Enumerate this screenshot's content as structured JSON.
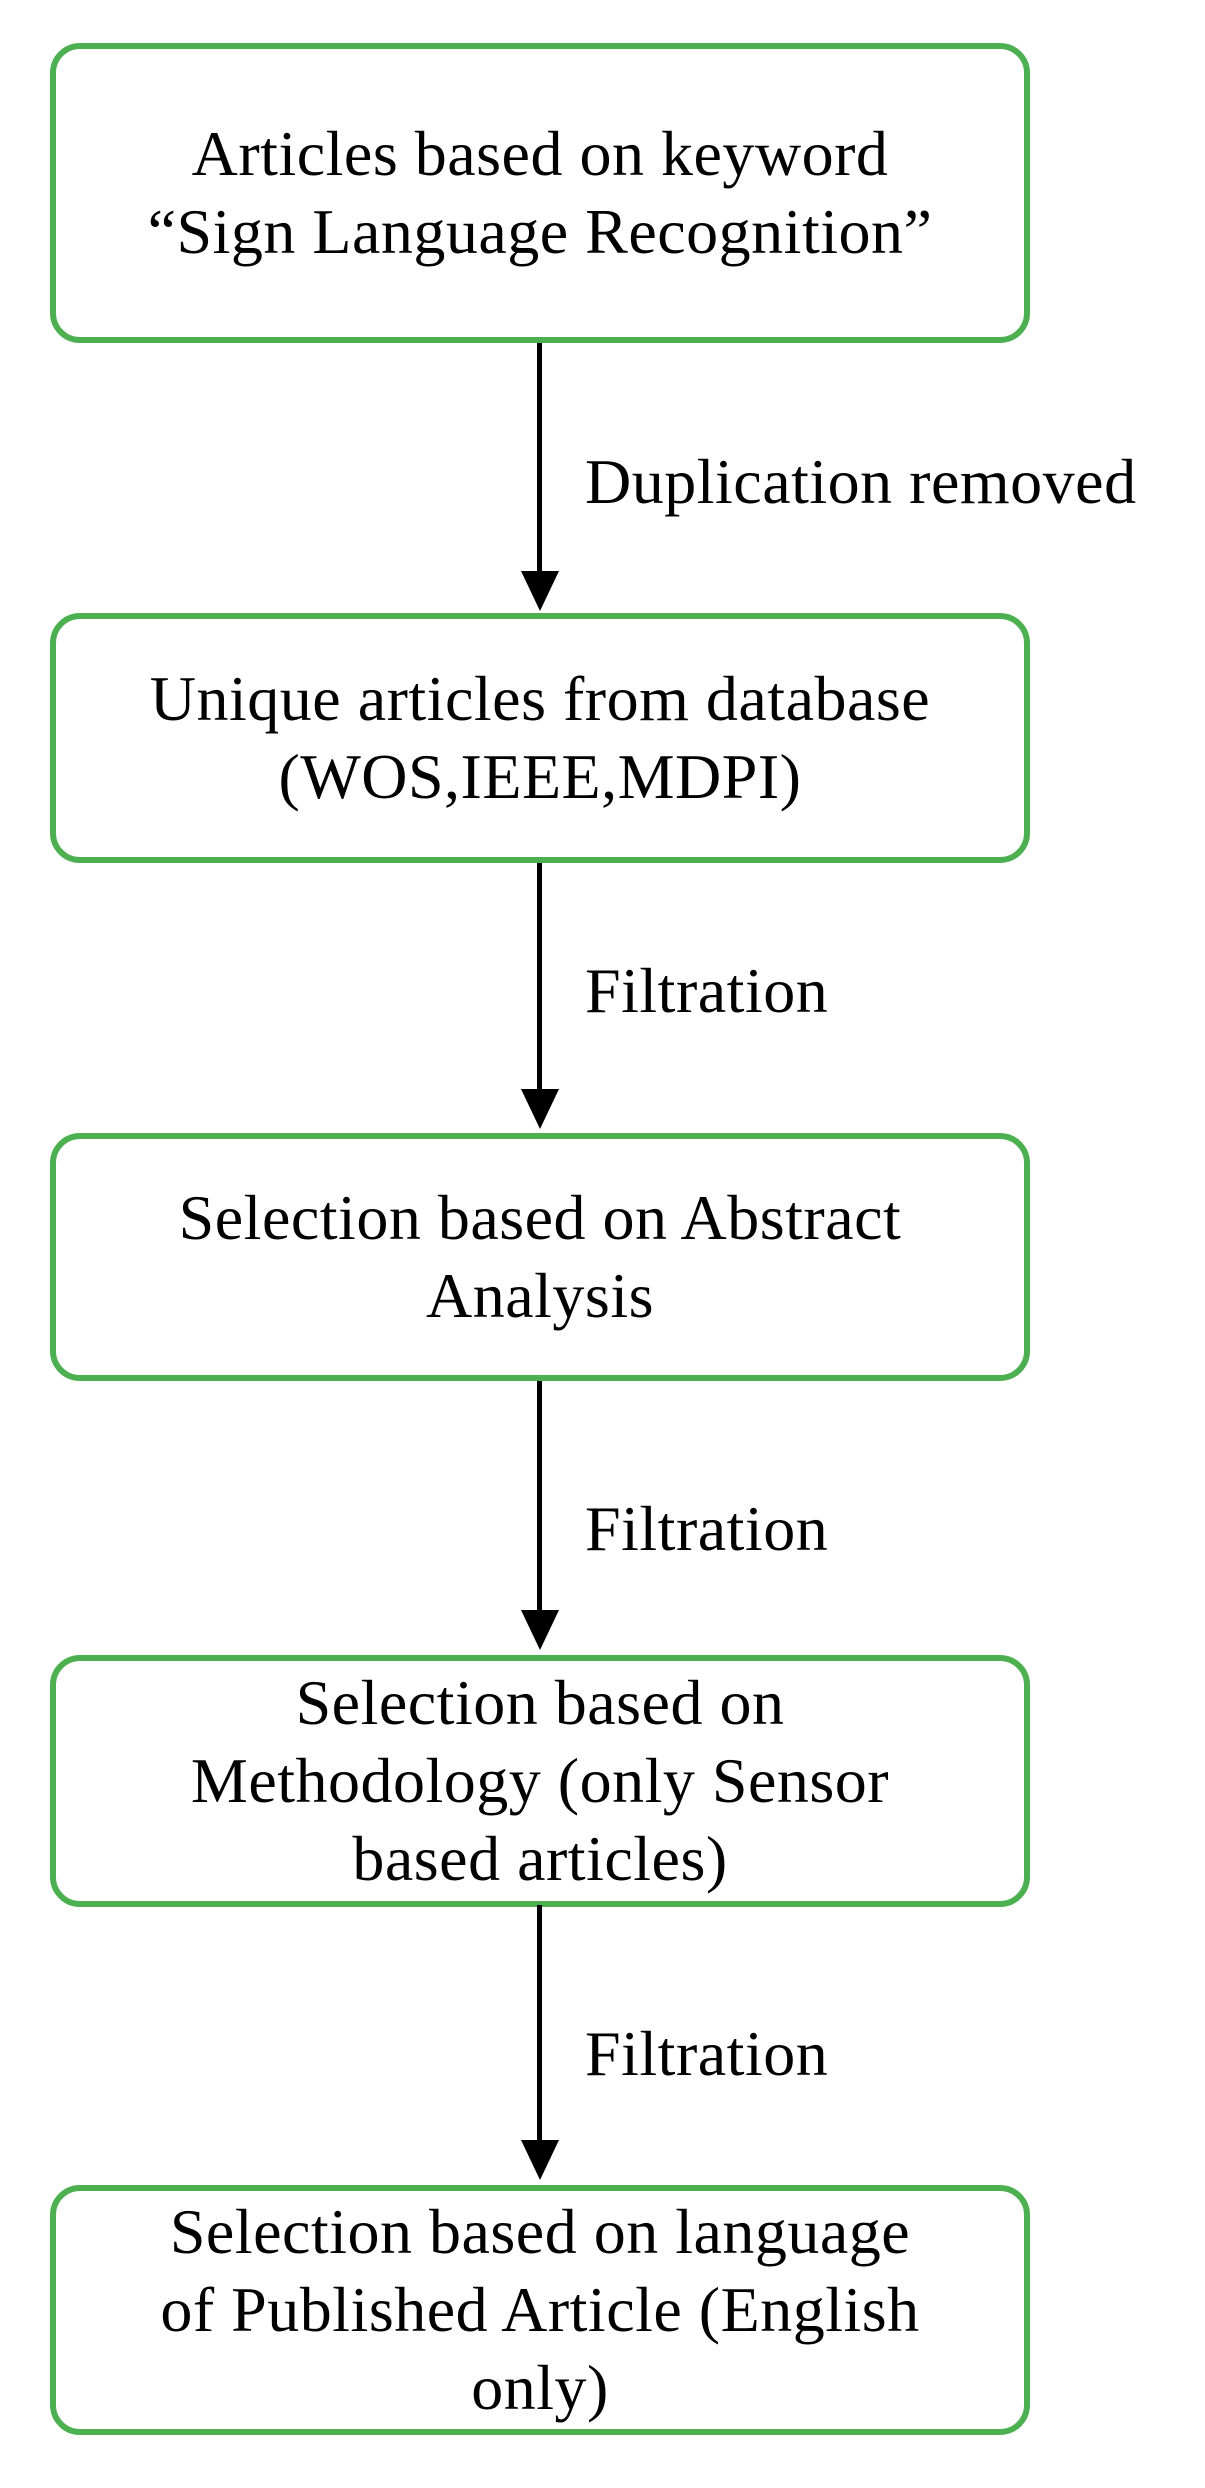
{
  "canvas": {
    "background_color": "#ffffff",
    "node_border_color": "#4caf50",
    "arrow_color": "#000000",
    "text_color": "#000000"
  },
  "flowchart": {
    "nodes": [
      {
        "id": "node-1",
        "lines": [
          "Articles based on keyword",
          "“Sign Language Recognition”"
        ]
      },
      {
        "id": "node-2",
        "lines": [
          "Unique articles from database",
          "(WOS,IEEE,MDPI)"
        ]
      },
      {
        "id": "node-3",
        "lines": [
          "Selection based on Abstract",
          "Analysis"
        ]
      },
      {
        "id": "node-4",
        "lines": [
          "Selection based on",
          "Methodology (only Sensor",
          "based articles)"
        ]
      },
      {
        "id": "node-5",
        "lines": [
          "Selection based on language",
          "of Published Article (English",
          "only)"
        ]
      }
    ],
    "edges": [
      {
        "from": "node-1",
        "to": "node-2",
        "label": "Duplication removed"
      },
      {
        "from": "node-2",
        "to": "node-3",
        "label": "Filtration"
      },
      {
        "from": "node-3",
        "to": "node-4",
        "label": "Filtration"
      },
      {
        "from": "node-4",
        "to": "node-5",
        "label": "Filtration"
      }
    ]
  }
}
